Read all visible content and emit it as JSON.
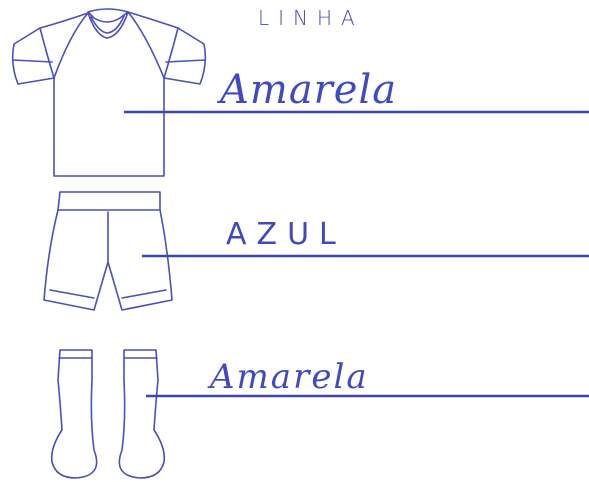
{
  "sheet": {
    "title": "LINHA",
    "items": [
      {
        "garment": "shirt",
        "color_label": "Amarela"
      },
      {
        "garment": "shorts",
        "color_label": "AZUL"
      },
      {
        "garment": "socks",
        "color_label": "Amarela"
      }
    ]
  },
  "colors": {
    "ink": "#4a4fc2",
    "rule": "#3b45b8",
    "background": "#ffffff"
  }
}
